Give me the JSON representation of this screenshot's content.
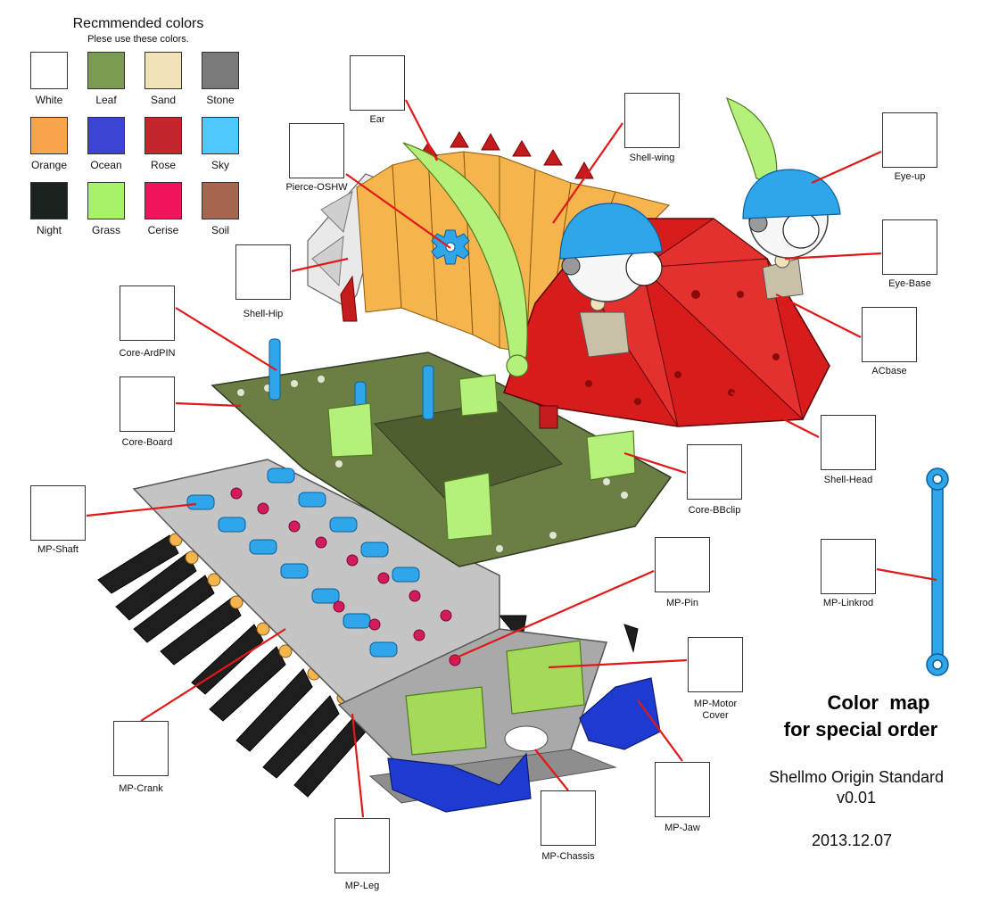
{
  "palette": {
    "title": "Recmmended colors",
    "subtitle": "Plese use these colors.",
    "swatches": [
      {
        "name": "White",
        "color": "#ffffff"
      },
      {
        "name": "Leaf",
        "color": "#7b9a52"
      },
      {
        "name": "Sand",
        "color": "#f2e2b8"
      },
      {
        "name": "Stone",
        "color": "#7a7a7a"
      },
      {
        "name": "Orange",
        "color": "#f9a44c"
      },
      {
        "name": "Ocean",
        "color": "#3c44d4"
      },
      {
        "name": "Rose",
        "color": "#c4262c"
      },
      {
        "name": "Sky",
        "color": "#4ec8ff"
      },
      {
        "name": "Night",
        "color": "#1c231f"
      },
      {
        "name": "Grass",
        "color": "#a8f26a"
      },
      {
        "name": "Cerise",
        "color": "#f0145a"
      },
      {
        "name": "Soil",
        "color": "#a7664f"
      }
    ]
  },
  "parts": [
    {
      "id": "ear",
      "label": "Ear"
    },
    {
      "id": "shell-wing",
      "label": "Shell-wing"
    },
    {
      "id": "eye-up",
      "label": "Eye-up"
    },
    {
      "id": "pierce-oshw",
      "label": "Pierce-OSHW"
    },
    {
      "id": "eye-base",
      "label": "Eye-Base"
    },
    {
      "id": "shell-hip",
      "label": "Shell-Hip"
    },
    {
      "id": "core-ardpin",
      "label": "Core-ArdPIN"
    },
    {
      "id": "acbase",
      "label": "ACbase"
    },
    {
      "id": "core-board",
      "label": "Core-Board"
    },
    {
      "id": "shell-head",
      "label": "Shell-Head"
    },
    {
      "id": "core-bbclip",
      "label": "Core-BBclip"
    },
    {
      "id": "mp-shaft",
      "label": "MP-Shaft"
    },
    {
      "id": "mp-linkrod",
      "label": "MP-Linkrod"
    },
    {
      "id": "mp-pin",
      "label": "MP-Pin"
    },
    {
      "id": "mp-motor-cover",
      "label": "MP-Motor\nCover"
    },
    {
      "id": "mp-crank",
      "label": "MP-Crank"
    },
    {
      "id": "mp-jaw",
      "label": "MP-Jaw"
    },
    {
      "id": "mp-chassis",
      "label": "MP-Chassis"
    },
    {
      "id": "mp-leg",
      "label": "MP-Leg"
    }
  ],
  "heading": {
    "line1": "Color  map",
    "line2": "for special order"
  },
  "product": {
    "line1": "Shellmo Origin Standard",
    "line2": "v0.01"
  },
  "date": "2013.12.07",
  "colors": {
    "leader": "#e01818",
    "shell_red": "#d81c1c",
    "board_green": "#6b7f45",
    "grass": "#b5f07a",
    "sky": "#2fa5ea",
    "ocean": "#1e3ad0",
    "orange": "#f5b44c",
    "stone": "#9a9a9a",
    "black": "#1e1e1e"
  }
}
